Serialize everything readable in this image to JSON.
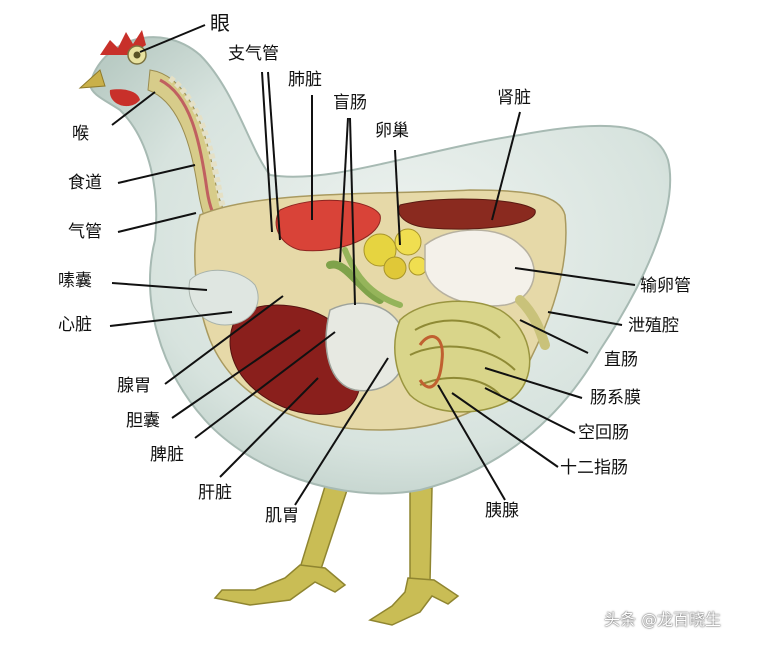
{
  "labels": {
    "eye": "眼",
    "bronchus": "支气管",
    "lung": "肺脏",
    "cecum": "盲肠",
    "ovary": "卵巢",
    "kidney": "肾脏",
    "larynx": "喉",
    "esophagus": "食道",
    "trachea": "气管",
    "crop": "嗉囊",
    "heart": "心脏",
    "oviduct": "输卵管",
    "cloaca": "泄殖腔",
    "rectum": "直肠",
    "mesentery": "肠系膜",
    "jejunum_ileum": "空回肠",
    "duodenum": "十二指肠",
    "proventriculus": "腺胃",
    "gallbladder": "胆囊",
    "spleen": "脾脏",
    "liver": "肝脏",
    "gizzard": "肌胃",
    "pancreas": "胰腺"
  },
  "watermark": "头条 @龙百晓生",
  "colors": {
    "body": "#dbe6e2",
    "liver": "#8a1f1c",
    "intestine": "#d9d58a",
    "comb": "#c8302a",
    "legs": "#c9bd55"
  }
}
